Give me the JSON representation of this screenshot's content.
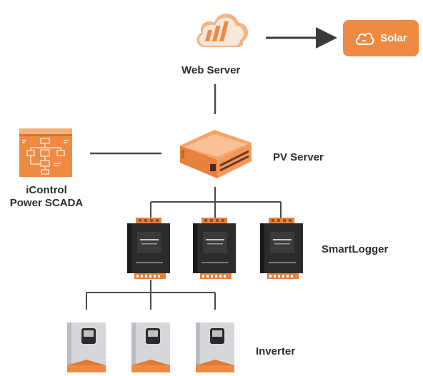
{
  "nodes": {
    "solar": {
      "label": "Solar",
      "icon": "cloud-outline-icon"
    },
    "web_server": {
      "label": "Web Server",
      "icon": "cloud-bar-chart-icon"
    },
    "pv_server": {
      "label": "PV Server",
      "icon": "server-rack-icon"
    },
    "scada": {
      "label_line1": "iControl",
      "label_line2": "Power SCADA",
      "icon": "flowchart-document-icon"
    },
    "smartlogger": {
      "label": "SmartLogger",
      "icon": "datalogger-device-icon",
      "count": 3
    },
    "inverter": {
      "label": "Inverter",
      "icon": "inverter-device-icon",
      "count": 3
    }
  },
  "colors": {
    "accent": "#f08a43",
    "line": "#4a4a4a",
    "device_dark": "#2b2b2b",
    "inverter_body": "#d5d7db"
  }
}
